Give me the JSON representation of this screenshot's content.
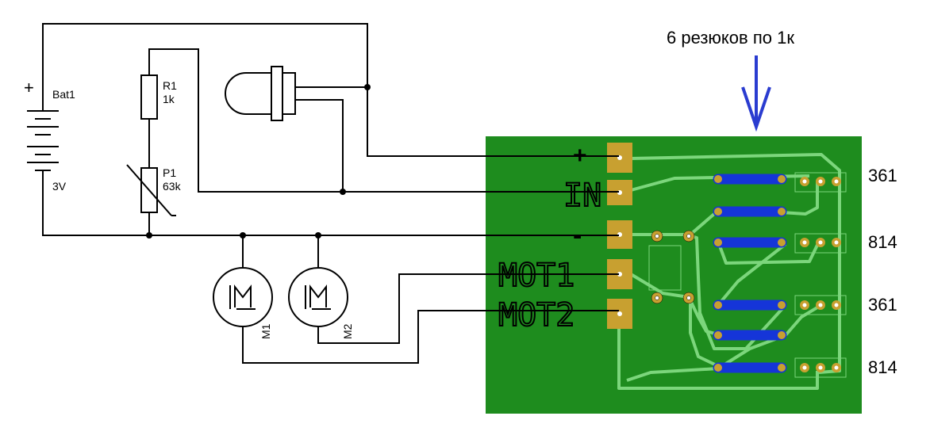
{
  "annotation": "6 резюков по 1к",
  "battery": {
    "ref": "Bat1",
    "value": "3V",
    "plus": "+"
  },
  "resistor": {
    "ref": "R1",
    "value": "1k"
  },
  "pot": {
    "ref": "P1",
    "value": "63k"
  },
  "motors": [
    {
      "ref": "M1"
    },
    {
      "ref": "M2"
    }
  ],
  "board_labels": {
    "plus": "+",
    "in": "IN",
    "minus": "-",
    "mot1": "MOT1",
    "mot2": "MOT2"
  },
  "transistors": [
    "361",
    "814",
    "361",
    "814"
  ],
  "colors": {
    "pcb": "#1e8c1e",
    "trace": "#7cd67c",
    "pad": "#c8a030",
    "resistor": "#1535d8",
    "arrow": "#2a3cd0"
  }
}
